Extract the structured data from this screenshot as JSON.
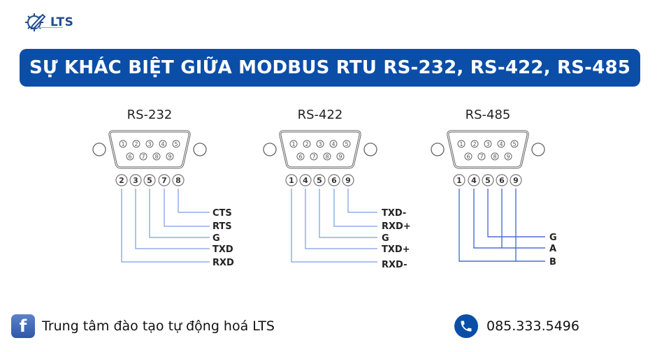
{
  "brand": {
    "logo_text": "LTS",
    "logo_icon": "gear-pencil-icon"
  },
  "title": "SỰ KHÁC BIỆT GIỮA MODBUS RTU RS-232, RS-422, RS-485",
  "connectors": [
    {
      "name": "RS-232",
      "pins_used": [
        "2",
        "3",
        "5",
        "7",
        "8"
      ],
      "signals": [
        {
          "pin": "8",
          "label": "CTS"
        },
        {
          "pin": "7",
          "label": "RTS"
        },
        {
          "pin": "5",
          "label": "G"
        },
        {
          "pin": "3",
          "label": "TXD"
        },
        {
          "pin": "2",
          "label": "RXD"
        }
      ]
    },
    {
      "name": "RS-422",
      "pins_used": [
        "1",
        "4",
        "5",
        "6",
        "9"
      ],
      "signals": [
        {
          "pin": "9",
          "label": "TXD-"
        },
        {
          "pin": "6",
          "label": "RXD+"
        },
        {
          "pin": "5",
          "label": "G"
        },
        {
          "pin": "4",
          "label": "TXD+"
        },
        {
          "pin": "1",
          "label": "RXD-"
        }
      ]
    },
    {
      "name": "RS-485",
      "pins_used": [
        "1",
        "4",
        "5",
        "6",
        "9"
      ],
      "signals": [
        {
          "pin": "5",
          "label": "G"
        },
        {
          "pin": "4,6",
          "label": "A"
        },
        {
          "pin": "1,9",
          "label": "B"
        }
      ]
    }
  ],
  "db9_pins": {
    "top_row": [
      "1",
      "2",
      "3",
      "4",
      "5"
    ],
    "bottom_row": [
      "6",
      "7",
      "8",
      "9"
    ]
  },
  "footer": {
    "facebook_icon": "facebook-icon",
    "facebook_text": "Trung tâm đào tạo tự động hoá LTS",
    "phone_icon": "phone-icon",
    "phone_text": "085.333.5496"
  },
  "colors": {
    "title_bg": "#0b4ea8",
    "line_color": "#8fb0e6",
    "rs485_line_color": "#3f63d6",
    "logo_color": "#1f4c8f"
  }
}
